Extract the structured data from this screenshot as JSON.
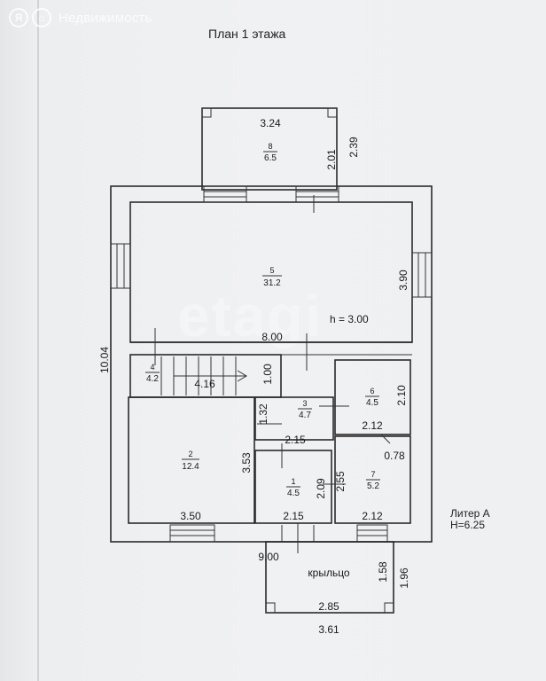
{
  "brand": {
    "badge": "Я",
    "text": "Недвижимость"
  },
  "plan_title": "План 1 этажа",
  "watermark": "etagi",
  "literal": {
    "line1": "Литер А",
    "line2": "H=6.25"
  },
  "rooms": [
    {
      "id": "r8",
      "number": "8",
      "area": "6.5"
    },
    {
      "id": "r5",
      "number": "5",
      "area": "31.2"
    },
    {
      "id": "r4",
      "number": "4",
      "area": "4.2"
    },
    {
      "id": "r3",
      "number": "3",
      "area": "4.7"
    },
    {
      "id": "r6",
      "number": "6",
      "area": "4.5"
    },
    {
      "id": "r2",
      "number": "2",
      "area": "12.4"
    },
    {
      "id": "r1",
      "number": "1",
      "area": "4.5"
    },
    {
      "id": "r7",
      "number": "7",
      "area": "5.2"
    }
  ],
  "porch_label": "крыльцо",
  "ceiling_height": "h = 3.00",
  "dimensions": {
    "d_324": "3.24",
    "d_201": "2.01",
    "d_239": "2.39",
    "d_390": "3.90",
    "d_1004": "10.04",
    "d_800": "8.00",
    "d_416": "4.16",
    "d_100": "1.00",
    "d_210": "2.10",
    "d_132": "1.32",
    "d_215a": "2.15",
    "d_212a": "2.12",
    "d_078": "0.78",
    "d_353": "3.53",
    "d_209": "2.09",
    "d_255": "2.55",
    "d_350": "3.50",
    "d_215b": "2.15",
    "d_212b": "2.12",
    "d_900": "9.00",
    "d_158": "1.58",
    "d_196": "1.96",
    "d_285": "2.85",
    "d_361": "3.61"
  }
}
